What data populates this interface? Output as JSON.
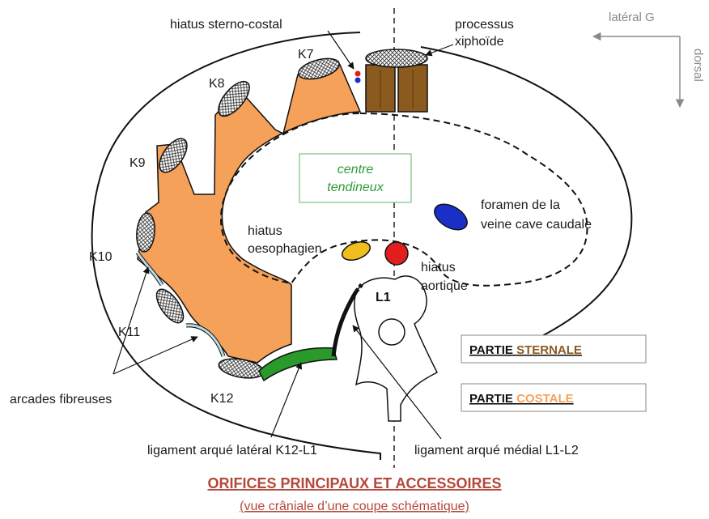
{
  "colors": {
    "costal": "#f5a15a",
    "sternal": "#8b5a1e",
    "ligament_lateral": "#2a9a2a",
    "aorta": "#e01e1e",
    "vena_cava": "#1a2fc8",
    "oesophagus": "#f0be1e",
    "fibrous_arcade": "#b9dce6",
    "title": "#b5483a",
    "centre_label": "#2e9a3a",
    "orientation": "#8a8a8a"
  },
  "orientation": {
    "lateral": "latéral G",
    "dorsal": "dorsal"
  },
  "labels": {
    "hiatus_sterno_costal": "hiatus sterno-costal",
    "processus_line1": "processus",
    "processus_line2": "xiphoïde",
    "k7": "K7",
    "k8": "K8",
    "k9": "K9",
    "k10": "K10",
    "k11": "K11",
    "k12": "K12",
    "centre_line1": "centre",
    "centre_line2": "tendineux",
    "foramen_line1": "foramen de la",
    "foramen_line2": "veine cave caudale",
    "hiatus_oeso_line1": "hiatus",
    "hiatus_oeso_line2": "oesophagien",
    "hiatus_aort_line1": "hiatus",
    "hiatus_aort_line2": "aortique",
    "l1": "L1",
    "arcades": "arcades fibreuses",
    "lig_lateral": "ligament arqué latéral K12-L1",
    "lig_medial": "ligament arqué médial L1-L2"
  },
  "legend": {
    "sternal_prefix": "PARTIE ",
    "sternal_word": "STERNALE",
    "costal_prefix": "PARTIE ",
    "costal_word": "COSTALE"
  },
  "title": "ORIFICES PRINCIPAUX ET ACCESSOIRES",
  "subtitle": "(vue crâniale d’une coupe schématique)"
}
